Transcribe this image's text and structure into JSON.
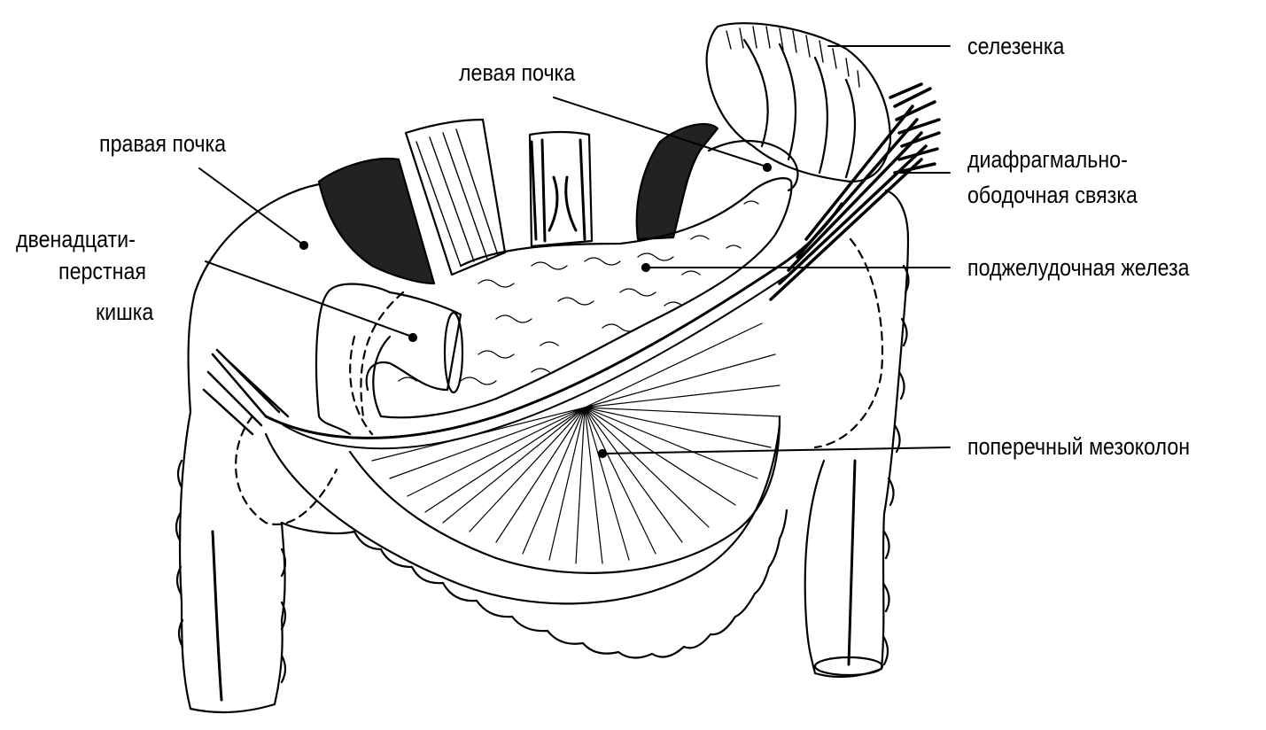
{
  "labels": {
    "spleen": "селезенка",
    "left_kidney": "левая почка",
    "right_kidney": "правая почка",
    "duodenum_1": "двенадцати-",
    "duodenum_2": "перстная",
    "duodenum_3": "кишка",
    "phrenicocolic_1": "диафрагмально-",
    "phrenicocolic_2": "ободочная связка",
    "pancreas": "поджелудочная железа",
    "mesocolon": "поперечный мезоколон"
  },
  "colors": {
    "ink": "#000000",
    "paper": "#ffffff"
  }
}
